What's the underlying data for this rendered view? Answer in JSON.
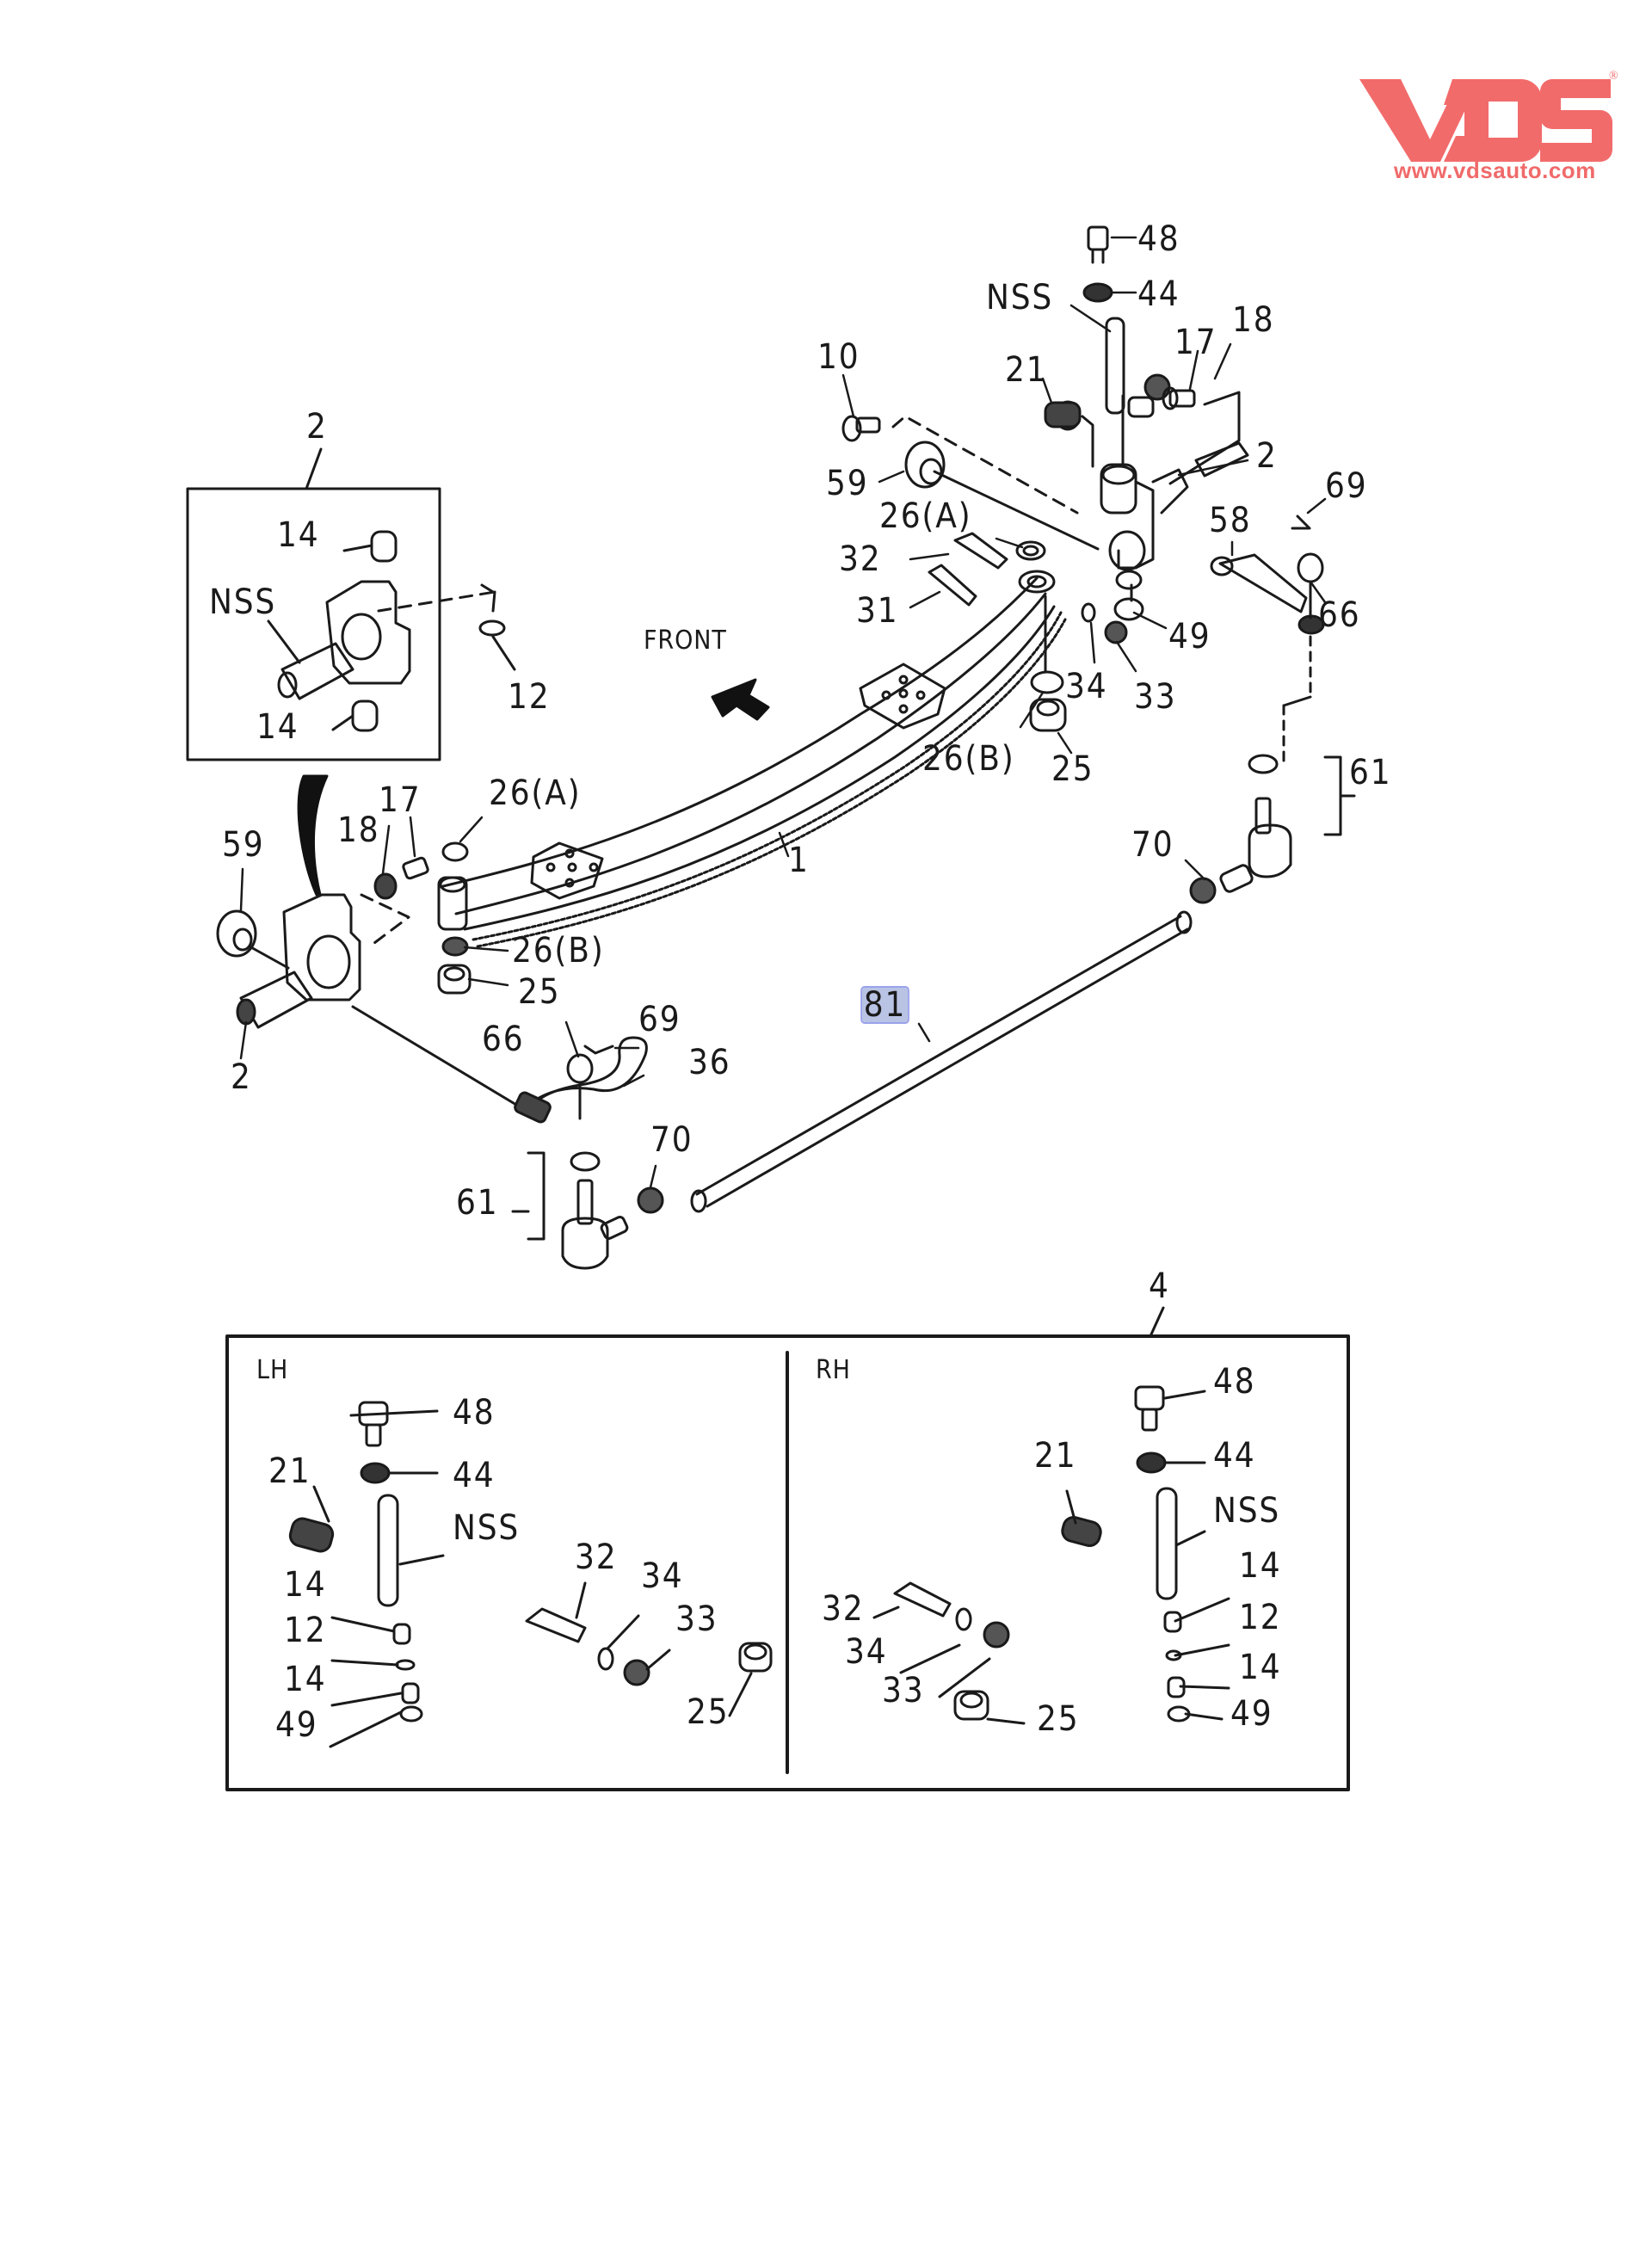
{
  "brand": {
    "name": "VDS",
    "registered_mark": "®",
    "website": "www.vdsauto.com",
    "color": "#f06a6a"
  },
  "diagram": {
    "title": "Front Axle, Knuckle & Tie Rod Assembly",
    "direction_label": "FRONT",
    "highlighted_part": "81",
    "main_callouts": [
      {
        "id": "c-48-top",
        "text": "48"
      },
      {
        "id": "c-44-top",
        "text": "44"
      },
      {
        "id": "c-nss-top",
        "text": "NSS"
      },
      {
        "id": "c-18-top",
        "text": "18"
      },
      {
        "id": "c-17-top",
        "text": "17"
      },
      {
        "id": "c-10",
        "text": "10"
      },
      {
        "id": "c-21-top",
        "text": "21"
      },
      {
        "id": "c-2-rknuckle",
        "text": "2"
      },
      {
        "id": "c-69-right",
        "text": "69"
      },
      {
        "id": "c-59-right",
        "text": "59"
      },
      {
        "id": "c-26a-right",
        "text": "26(A)"
      },
      {
        "id": "c-58",
        "text": "58"
      },
      {
        "id": "c-32-main",
        "text": "32"
      },
      {
        "id": "c-66-right",
        "text": "66"
      },
      {
        "id": "c-31",
        "text": "31"
      },
      {
        "id": "c-49-main",
        "text": "49"
      },
      {
        "id": "c-34-main",
        "text": "34"
      },
      {
        "id": "c-33-main",
        "text": "33"
      },
      {
        "id": "c-26b-right",
        "text": "26(B)"
      },
      {
        "id": "c-25-right",
        "text": "25"
      },
      {
        "id": "c-61-right",
        "text": "61"
      },
      {
        "id": "c-2-inset",
        "text": "2"
      },
      {
        "id": "c-14-inset-top",
        "text": "14"
      },
      {
        "id": "c-nss-inset",
        "text": "NSS"
      },
      {
        "id": "c-12-inset",
        "text": "12"
      },
      {
        "id": "c-14-inset-bot",
        "text": "14"
      },
      {
        "id": "c-17-left",
        "text": "17"
      },
      {
        "id": "c-18-left",
        "text": "18"
      },
      {
        "id": "c-26a-left",
        "text": "26(A)"
      },
      {
        "id": "c-59-left",
        "text": "59"
      },
      {
        "id": "c-1",
        "text": "1"
      },
      {
        "id": "c-70-right",
        "text": "70"
      },
      {
        "id": "c-26b-left",
        "text": "26(B)"
      },
      {
        "id": "c-25-left",
        "text": "25"
      },
      {
        "id": "c-2-lknuckle",
        "text": "2"
      },
      {
        "id": "c-81",
        "text": "81"
      },
      {
        "id": "c-69-left",
        "text": "69"
      },
      {
        "id": "c-66-left",
        "text": "66"
      },
      {
        "id": "c-36",
        "text": "36"
      },
      {
        "id": "c-70-left",
        "text": "70"
      },
      {
        "id": "c-61-left",
        "text": "61"
      }
    ],
    "kit": {
      "number": "4",
      "lh": {
        "label": "LH",
        "callouts": [
          {
            "id": "lh-48",
            "text": "48"
          },
          {
            "id": "lh-21",
            "text": "21"
          },
          {
            "id": "lh-44",
            "text": "44"
          },
          {
            "id": "lh-nss",
            "text": "NSS"
          },
          {
            "id": "lh-32",
            "text": "32"
          },
          {
            "id": "lh-34",
            "text": "34"
          },
          {
            "id": "lh-14a",
            "text": "14"
          },
          {
            "id": "lh-33",
            "text": "33"
          },
          {
            "id": "lh-12",
            "text": "12"
          },
          {
            "id": "lh-14b",
            "text": "14"
          },
          {
            "id": "lh-25",
            "text": "25"
          },
          {
            "id": "lh-49",
            "text": "49"
          }
        ]
      },
      "rh": {
        "label": "RH",
        "callouts": [
          {
            "id": "rh-48",
            "text": "48"
          },
          {
            "id": "rh-21",
            "text": "21"
          },
          {
            "id": "rh-44",
            "text": "44"
          },
          {
            "id": "rh-nss",
            "text": "NSS"
          },
          {
            "id": "rh-14a",
            "text": "14"
          },
          {
            "id": "rh-32",
            "text": "32"
          },
          {
            "id": "rh-12",
            "text": "12"
          },
          {
            "id": "rh-34",
            "text": "34"
          },
          {
            "id": "rh-14b",
            "text": "14"
          },
          {
            "id": "rh-33",
            "text": "33"
          },
          {
            "id": "rh-25",
            "text": "25"
          },
          {
            "id": "rh-49",
            "text": "49"
          }
        ]
      }
    }
  }
}
